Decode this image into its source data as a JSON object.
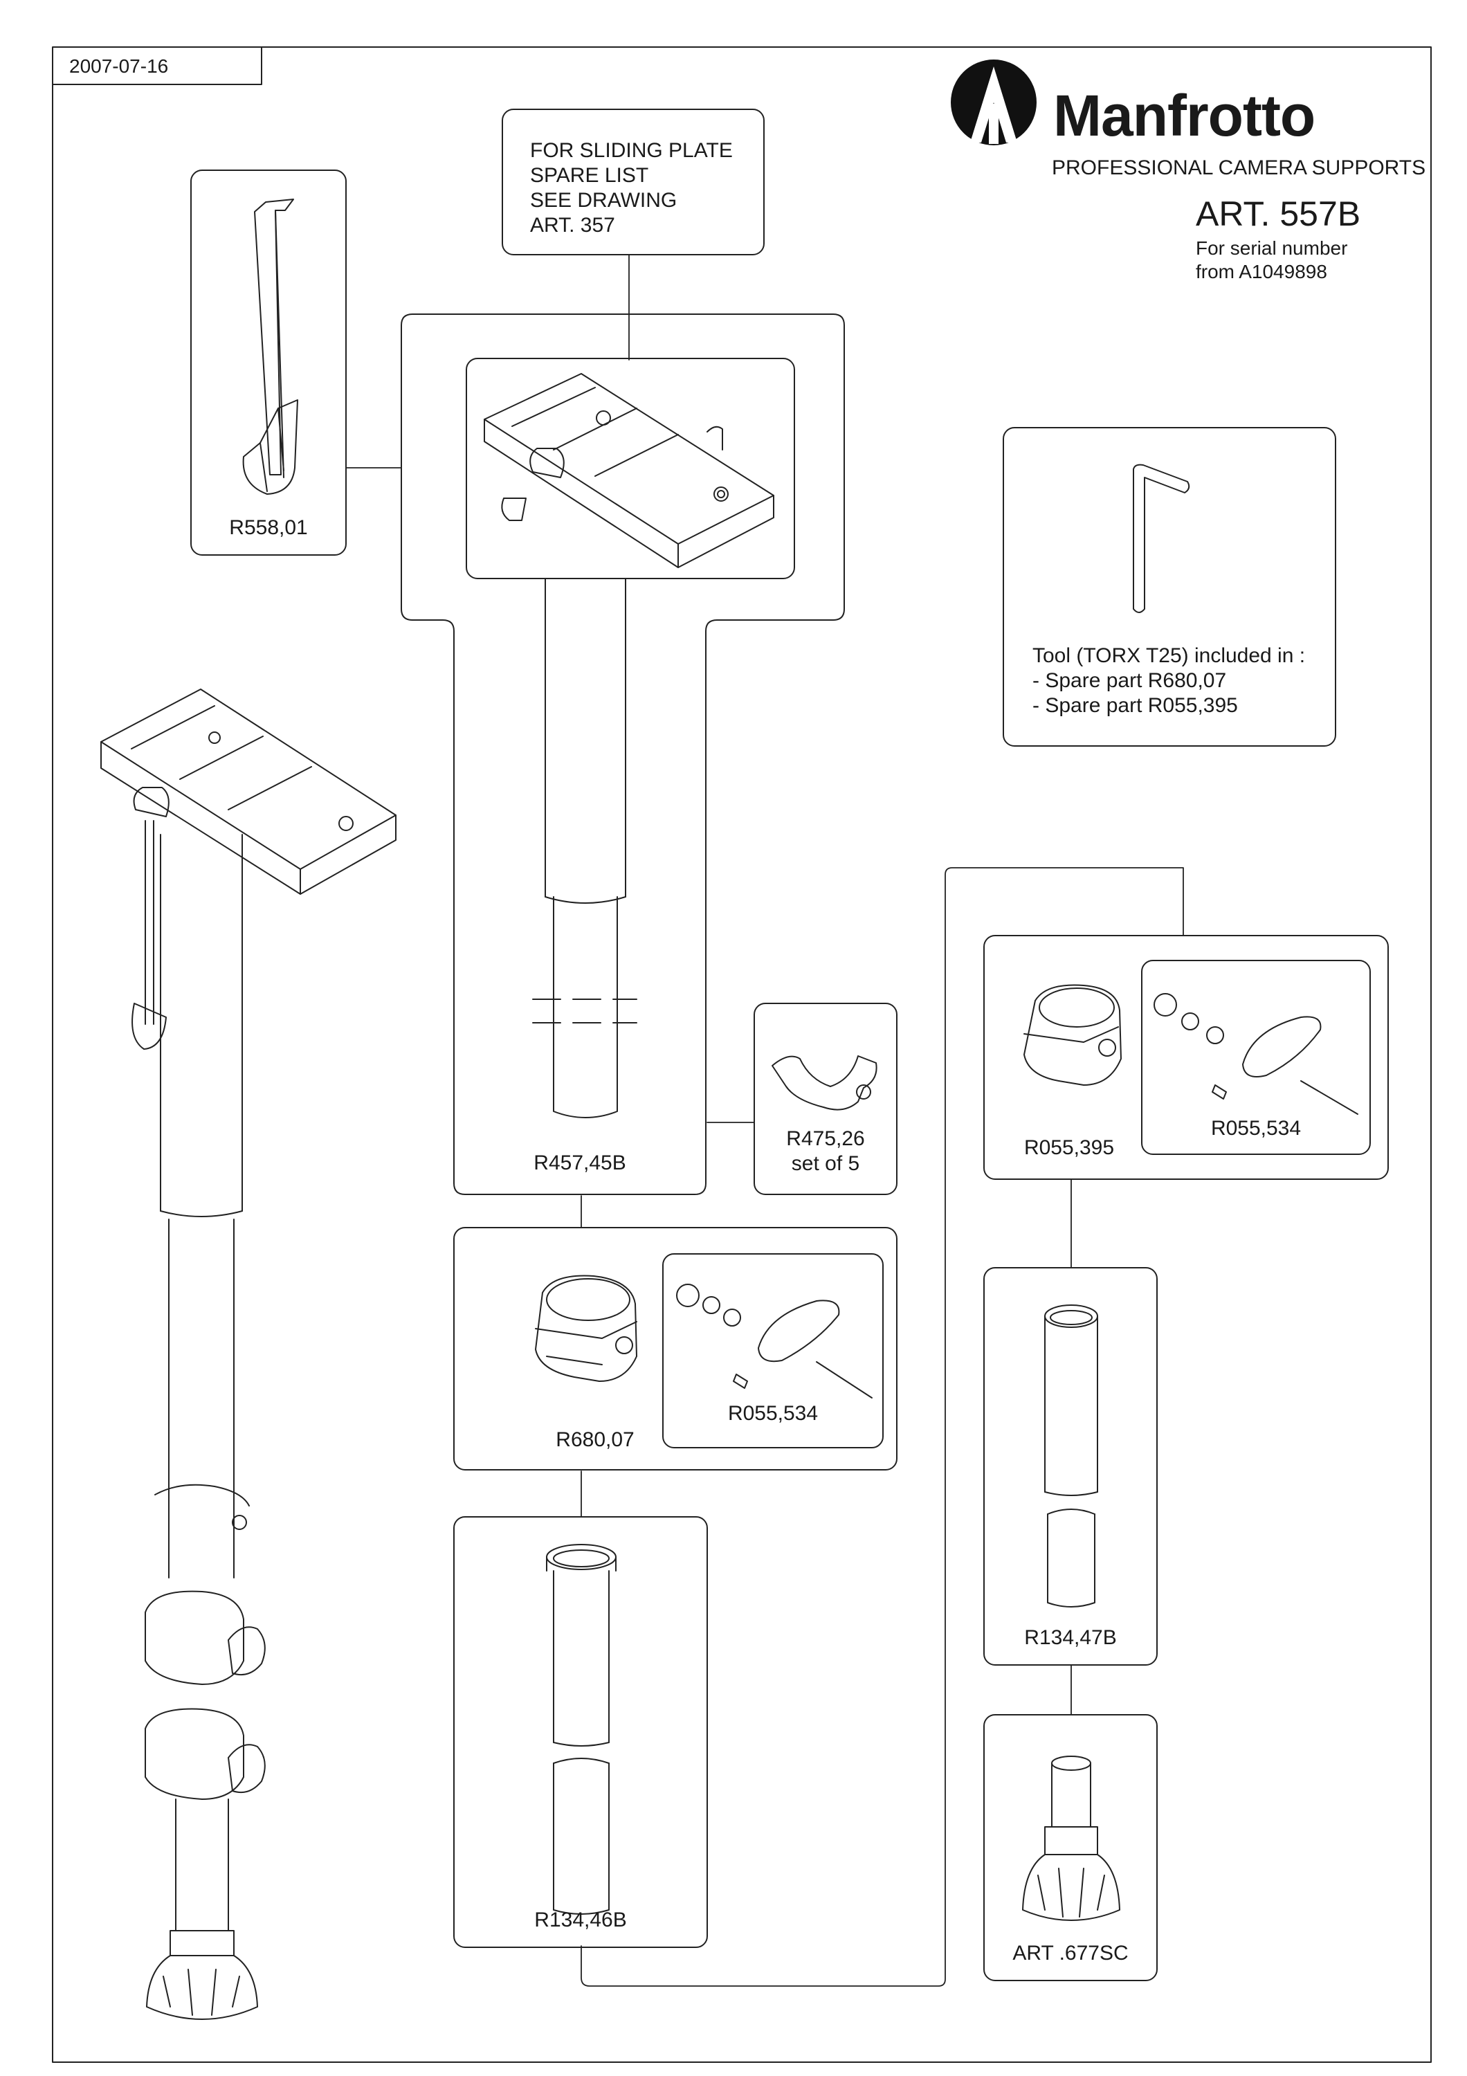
{
  "date": "2007-07-16",
  "brand": {
    "name": "Manfrotto",
    "tagline": "PROFESSIONAL CAMERA SUPPORTS"
  },
  "article": {
    "title": "ART. 557B",
    "serial_note": "For serial number\nfrom A1049898"
  },
  "note_sliding_plate": "FOR SLIDING PLATE\nSPARE LIST\nSEE DRAWING\nART. 357",
  "tool_note": "Tool (TORX T25) included in :\n- Spare part R680,07\n- Spare part R055,395",
  "parts": {
    "r558_01": "R558,01",
    "r457_45b": "R457,45B",
    "r475_26": "R475,26\nset of 5",
    "r680_07": "R680,07",
    "r055_534_left": "R055,534",
    "r134_46b": "R134,46B",
    "r055_395": "R055,395",
    "r055_534_right": "R055,534",
    "r134_47b": "R134,47B",
    "art_677sc": "ART .677SC"
  }
}
